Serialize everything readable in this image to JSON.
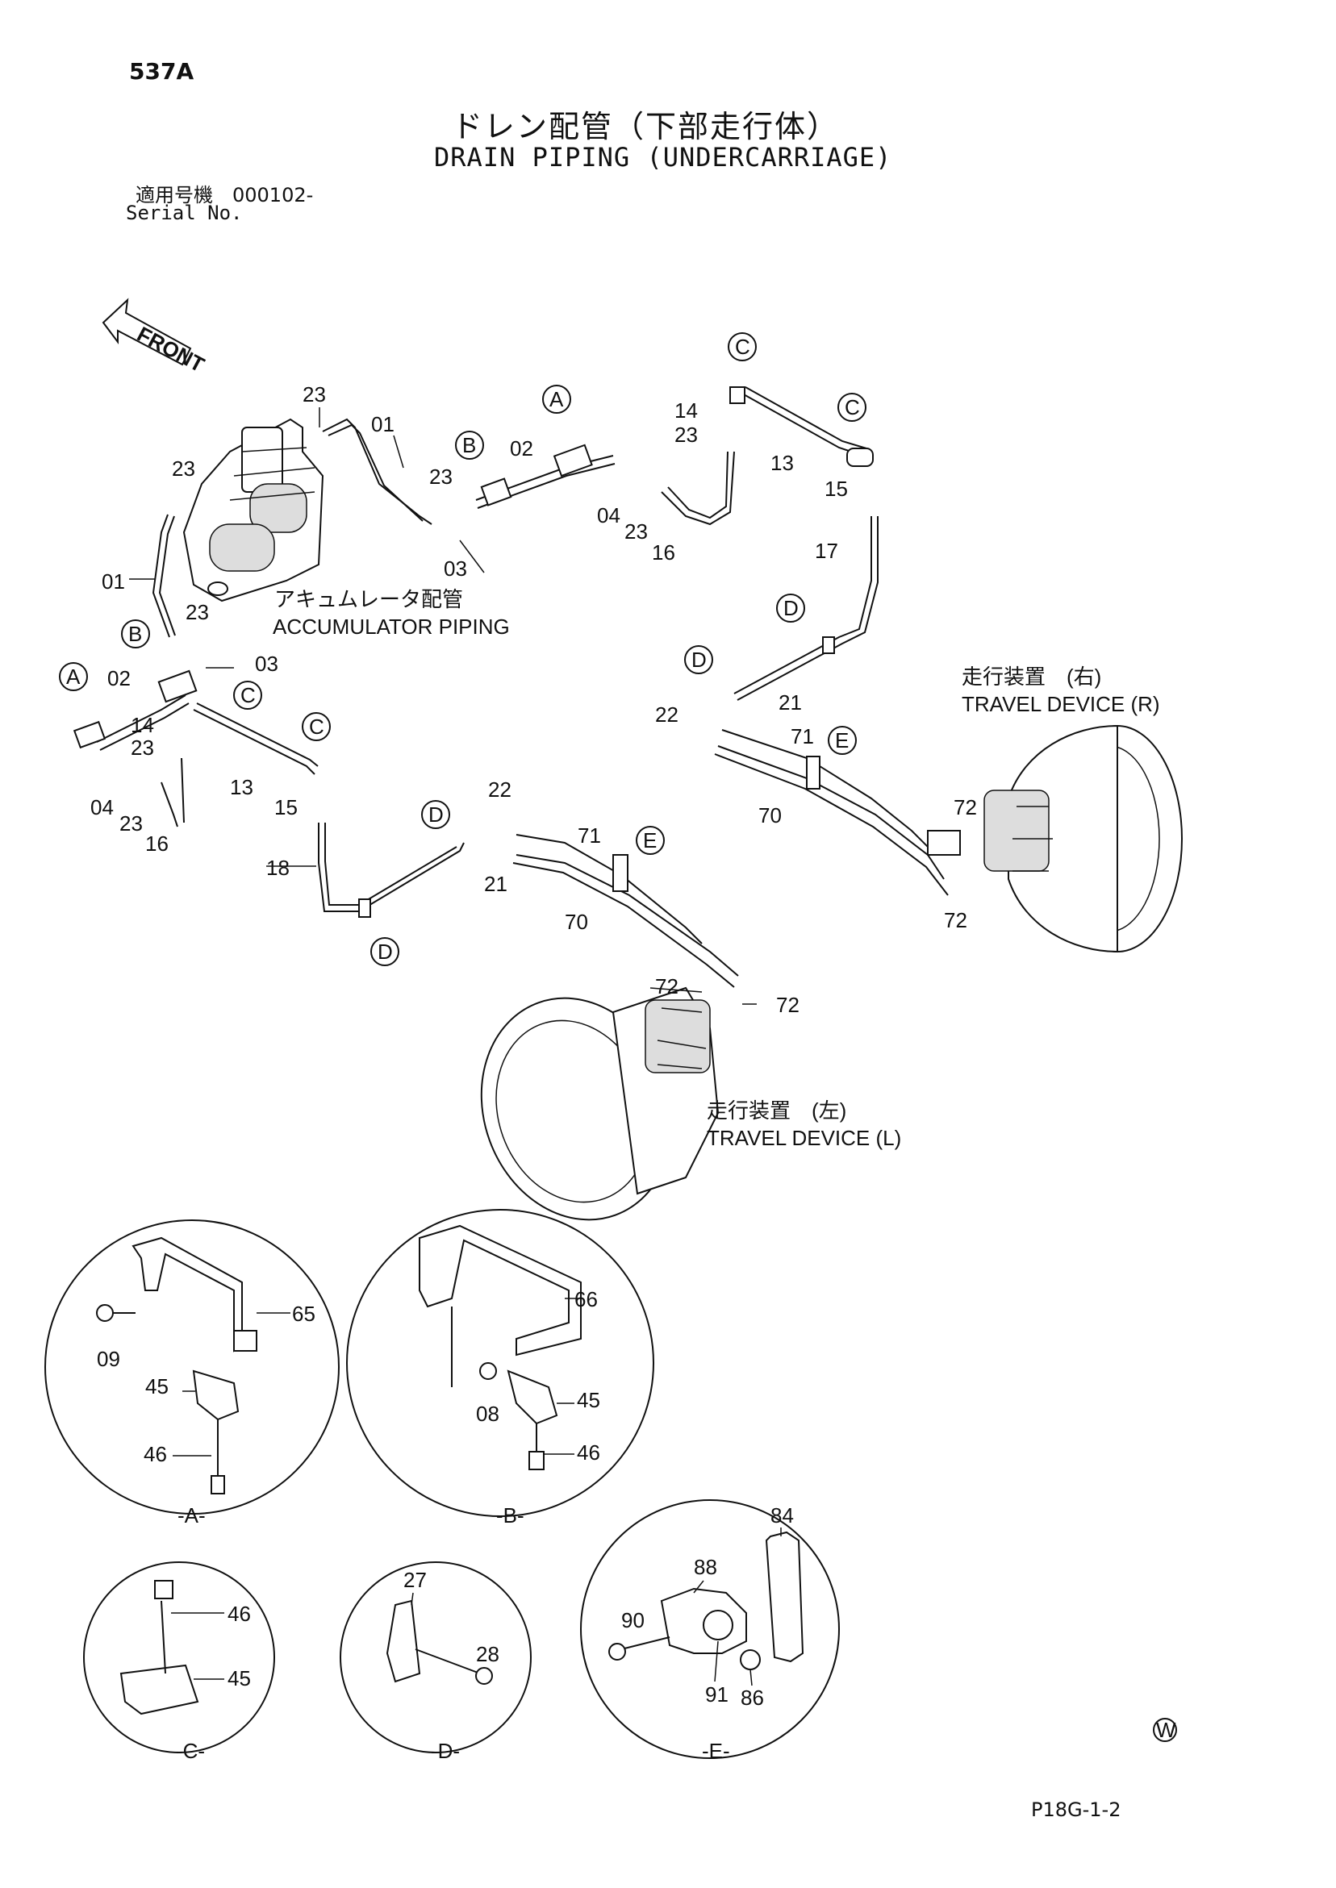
{
  "header": {
    "page_code": "537A",
    "title_jp": "ドレン配管（下部走行体）",
    "title_en": "DRAIN PIPING (UNDERCARRIAGE)",
    "serial_jp": "適用号機　000102-",
    "serial_en": "Serial No."
  },
  "front_label": "FRONT",
  "labels": {
    "accumulator_jp": "アキュムレータ配管",
    "accumulator_en": "ACCUMULATOR PIPING",
    "travel_r_jp": "走行装置　(右)",
    "travel_r_en": "TRAVEL DEVICE (R)",
    "travel_l_jp": "走行装置　(左)",
    "travel_l_en": "TRAVEL DEVICE (L)"
  },
  "parts": {
    "p01": "01",
    "p02": "02",
    "p03": "03",
    "p04": "04",
    "p08": "08",
    "p09": "09",
    "p13": "13",
    "p14": "14",
    "p15": "15",
    "p16": "16",
    "p17": "17",
    "p18": "18",
    "p21": "21",
    "p22": "22",
    "p23": "23",
    "p27": "27",
    "p28": "28",
    "p45": "45",
    "p46": "46",
    "p65": "65",
    "p66": "66",
    "p70": "70",
    "p71": "71",
    "p72": "72",
    "p84": "84",
    "p86": "86",
    "p88": "88",
    "p90": "90",
    "p91": "91"
  },
  "refs": {
    "A": "A",
    "B": "B",
    "C": "C",
    "D": "D",
    "E": "E"
  },
  "details": {
    "A": "-A-",
    "B": "-B-",
    "C": "-C-",
    "D": "-D-",
    "E": "-E-"
  },
  "footer": {
    "fig_code": "P18G-1-2",
    "mark": "W"
  }
}
